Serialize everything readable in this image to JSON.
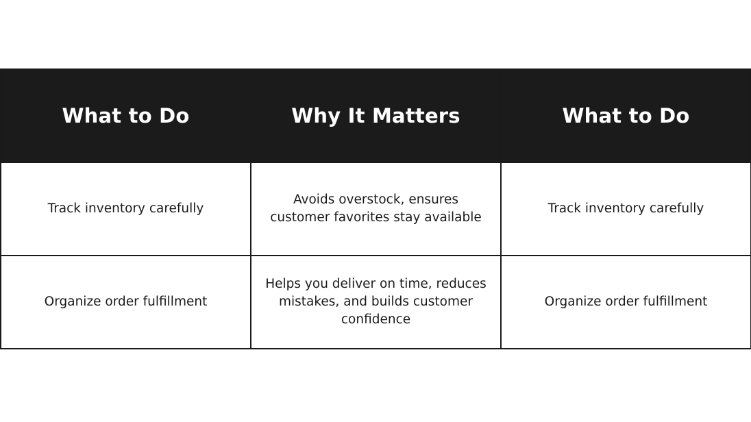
{
  "table": {
    "headers": [
      "What to Do",
      "Why It Matters",
      "What to Do"
    ],
    "rows": [
      [
        "Track inventory carefully",
        "Avoids overstock, ensures customer favorites stay available",
        "Track inventory carefully"
      ],
      [
        "Organize order fulfillment",
        "Helps you deliver on time, reduces mistakes, and builds customer confidence",
        "Organize order fulfillment"
      ]
    ]
  },
  "colors": {
    "header_background": "#1b1b1b",
    "header_text": "#ffffff",
    "body_text": "#1a1a1a",
    "border": "#1a1a1a",
    "page_background": "#ffffff"
  }
}
